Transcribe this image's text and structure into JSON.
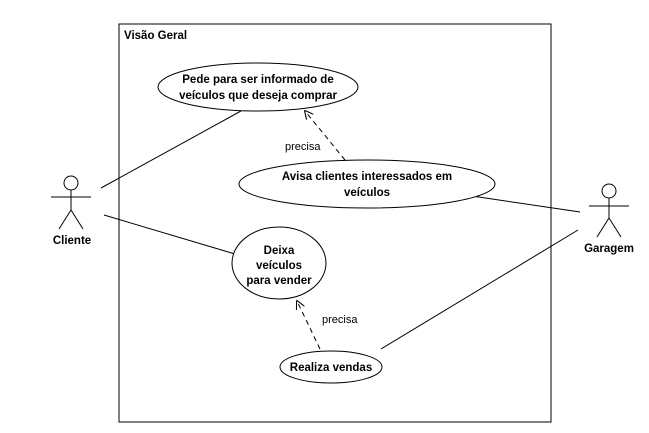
{
  "diagram": {
    "system_boundary": {
      "title": "Visão Geral"
    },
    "actors": {
      "cliente": {
        "label": "Cliente"
      },
      "garagem": {
        "label": "Garagem"
      }
    },
    "use_cases": {
      "uc_informado": {
        "lines": [
          "Pede para ser informado de",
          "veículos que deseja comprar"
        ]
      },
      "uc_avisa": {
        "lines": [
          "Avisa clientes interessados em",
          "veículos"
        ]
      },
      "uc_deixa": {
        "lines": [
          "Deixa",
          "veículos",
          "para vender"
        ]
      },
      "uc_realiza": {
        "lines": [
          "Realiza vendas"
        ]
      }
    },
    "dependencies": {
      "dep_precisa_1": {
        "label": "precisa"
      },
      "dep_precisa_2": {
        "label": "precisa"
      }
    }
  }
}
